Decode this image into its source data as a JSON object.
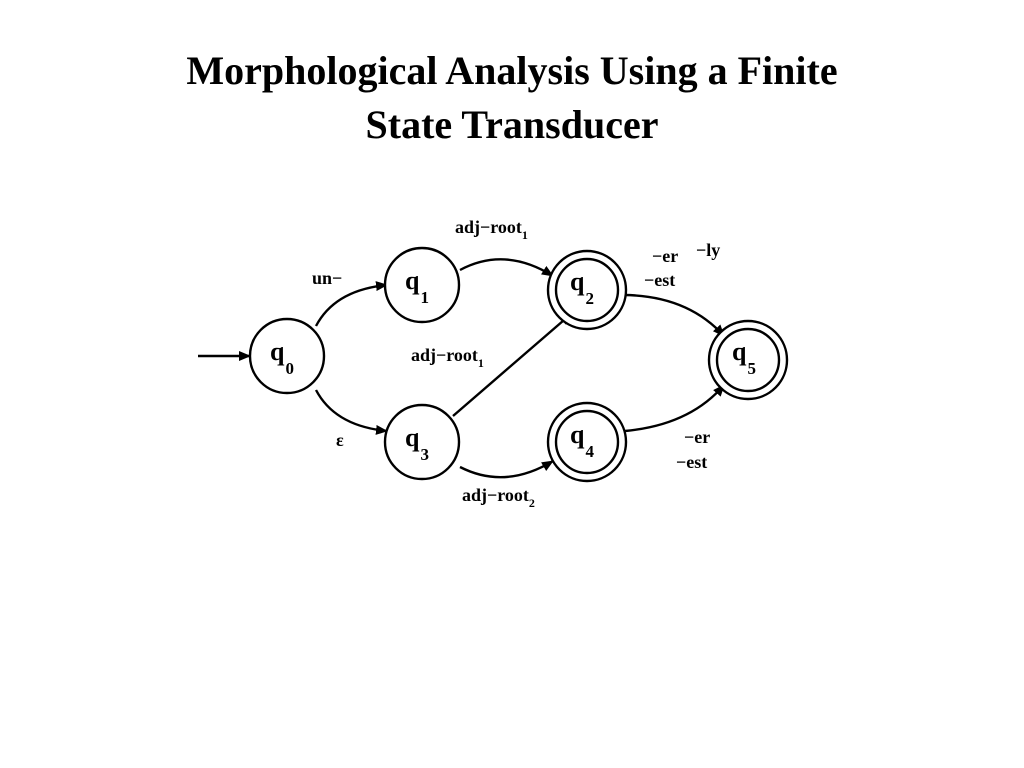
{
  "slide": {
    "title_line1": "Morphological Analysis Using a Finite",
    "title_line2": "State Transducer"
  },
  "diagram": {
    "states": [
      {
        "id": "q0",
        "letter": "q",
        "sub": "0",
        "accepting": false,
        "initial": true
      },
      {
        "id": "q1",
        "letter": "q",
        "sub": "1",
        "accepting": false,
        "initial": false
      },
      {
        "id": "q2",
        "letter": "q",
        "sub": "2",
        "accepting": true,
        "initial": false
      },
      {
        "id": "q3",
        "letter": "q",
        "sub": "3",
        "accepting": false,
        "initial": false
      },
      {
        "id": "q4",
        "letter": "q",
        "sub": "4",
        "accepting": true,
        "initial": false
      },
      {
        "id": "q5",
        "letter": "q",
        "sub": "5",
        "accepting": true,
        "initial": false
      }
    ],
    "edges": [
      {
        "id": "e-q0-q1",
        "from": "q0",
        "to": "q1",
        "labels": [
          {
            "text": "un−",
            "sub": ""
          }
        ]
      },
      {
        "id": "e-q0-q3",
        "from": "q0",
        "to": "q3",
        "labels": [
          {
            "text": "ε",
            "sub": ""
          }
        ]
      },
      {
        "id": "e-q1-q2",
        "from": "q1",
        "to": "q2",
        "labels": [
          {
            "text": "adj−root",
            "sub": "1"
          }
        ]
      },
      {
        "id": "e-q3-q2",
        "from": "q3",
        "to": "q2",
        "labels": [
          {
            "text": "adj−root",
            "sub": "1"
          }
        ]
      },
      {
        "id": "e-q3-q4",
        "from": "q3",
        "to": "q4",
        "labels": [
          {
            "text": "adj−root",
            "sub": "2"
          }
        ]
      },
      {
        "id": "e-q2-q5",
        "from": "q2",
        "to": "q5",
        "labels": [
          {
            "text": "−er",
            "sub": ""
          },
          {
            "text": "−ly",
            "sub": ""
          },
          {
            "text": "−est",
            "sub": ""
          }
        ]
      },
      {
        "id": "e-q4-q5",
        "from": "q4",
        "to": "q5",
        "labels": [
          {
            "text": "−er",
            "sub": ""
          },
          {
            "text": "−est",
            "sub": ""
          }
        ]
      }
    ]
  }
}
